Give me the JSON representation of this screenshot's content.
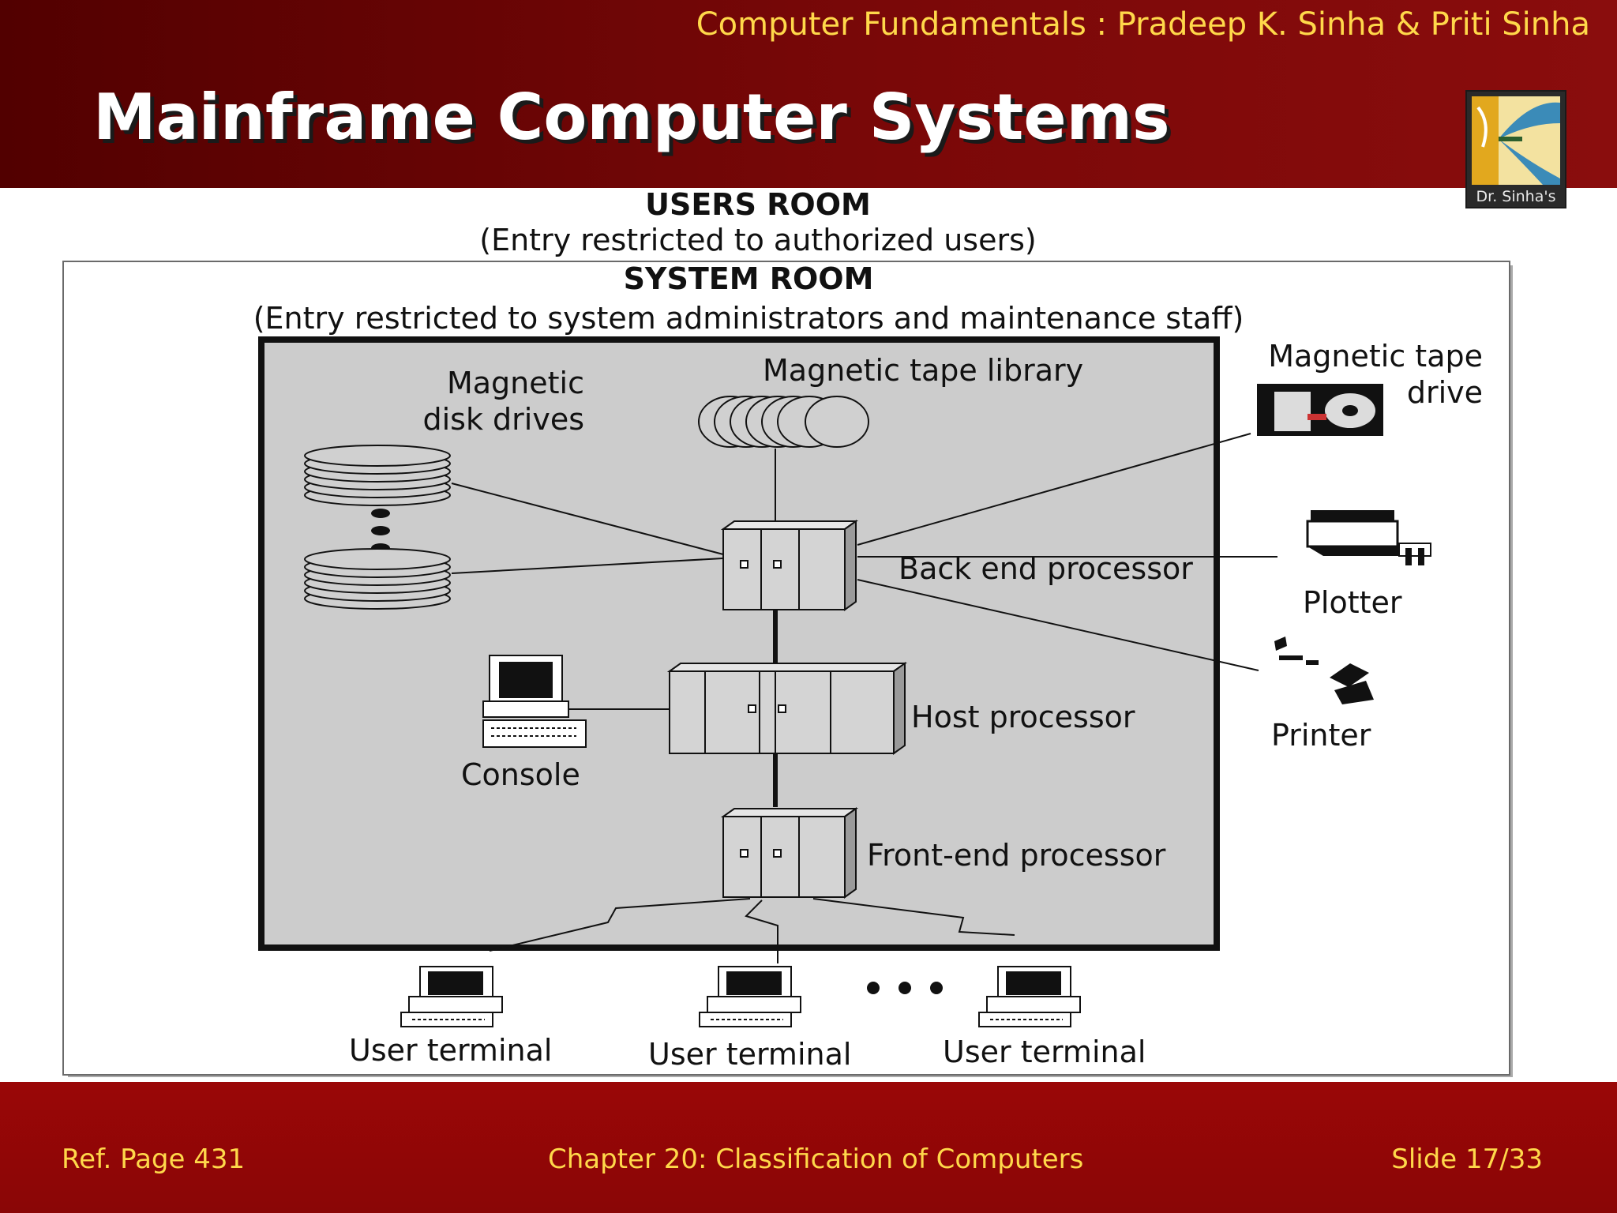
{
  "header": {
    "book_credit": "Computer Fundamentals : Pradeep K. Sinha & Priti Sinha",
    "title": "Mainframe Computer Systems",
    "logo_text": "Dr. Sinha's"
  },
  "diagram": {
    "users_room": {
      "title": "USERS ROOM",
      "subtitle": "(Entry restricted to authorized users)"
    },
    "system_room": {
      "title": "SYSTEM ROOM",
      "subtitle": "(Entry restricted to system administrators and maintenance staff)"
    },
    "labels": {
      "magnetic_disk_drives": [
        "Magnetic",
        "disk drives"
      ],
      "magnetic_tape_library": "Magnetic tape library",
      "magnetic_tape_drive": [
        "Magnetic tape",
        "drive"
      ],
      "back_end_processor": "Back end processor",
      "plotter": "Plotter",
      "printer": "Printer",
      "host_processor": "Host processor",
      "console": "Console",
      "front_end_processor": "Front-end processor",
      "user_terminal_1": "User terminal",
      "user_terminal_2": "User terminal",
      "user_terminal_3": "User terminal"
    },
    "colors": {
      "system_room_fill": "#cccccc",
      "line": "#111111"
    }
  },
  "footer": {
    "ref": "Ref. Page  431",
    "chapter": "Chapter 20: Classification of Computers",
    "slide": "Slide 17/33"
  }
}
